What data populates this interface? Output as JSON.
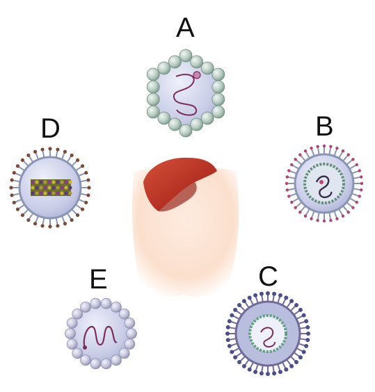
{
  "labels": {
    "a": "A",
    "b": "B",
    "c": "C",
    "d": "D",
    "e": "E"
  },
  "colors": {
    "capsid_fill": "#c9cde6",
    "capsomer": "#a7c2b5",
    "genome": "#7a2c5a",
    "liver": "#b8372a",
    "torso": "#fbe2d2",
    "spike": "#8a95b5"
  }
}
